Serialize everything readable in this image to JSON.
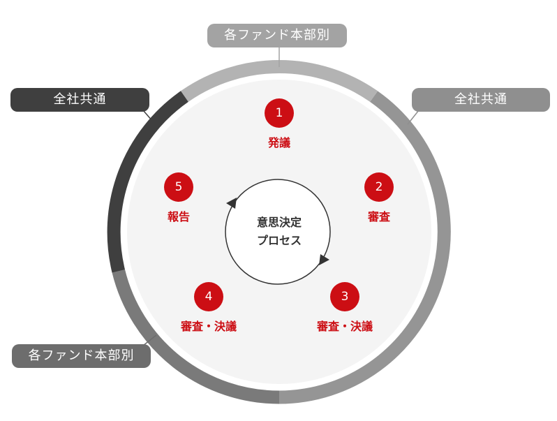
{
  "tags": {
    "top": "各ファンド本部別",
    "top_left": "全社共通",
    "top_right": "全社共通",
    "bottom_left": "各ファンド本部別"
  },
  "center": {
    "line1": "意思決定",
    "line2": "プロセス"
  },
  "steps": [
    {
      "number": "1",
      "label": "発議"
    },
    {
      "number": "2",
      "label": "審査"
    },
    {
      "number": "3",
      "label": "審査・決議"
    },
    {
      "number": "4",
      "label": "審査・決議"
    },
    {
      "number": "5",
      "label": "報告"
    }
  ],
  "colors": {
    "accent_red": "#cc0e14",
    "ring_dark": "#3f3f3f",
    "ring_light": "#a3a3a3",
    "ring_mid": "#8f8f8f",
    "inner_fill": "#f4f4f4"
  }
}
